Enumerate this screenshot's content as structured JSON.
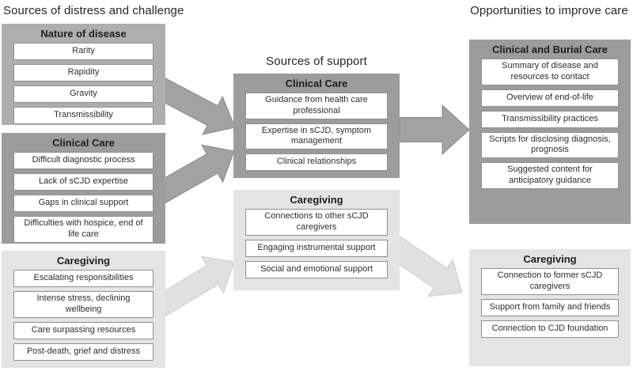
{
  "columns": {
    "left": {
      "title": "Sources of distress and challenge",
      "boxes": [
        {
          "header": "Nature of disease",
          "tone": "medium",
          "items": [
            "Rarity",
            "Rapidity",
            "Gravity",
            "Transmissibility"
          ]
        },
        {
          "header": "Clinical Care",
          "tone": "dark",
          "items": [
            "Difficult diagnostic process",
            "Lack of sCJD expertise",
            "Gaps in clinical support",
            "Difficulties with hospice, end of life care"
          ]
        },
        {
          "header": "Caregiving",
          "tone": "light",
          "items": [
            "Escalating responsibilities",
            "Intense stress, declining wellbeing",
            "Care surpassing resources",
            "Post-death, grief and distress"
          ]
        }
      ]
    },
    "middle": {
      "title": "Sources of support",
      "boxes": [
        {
          "header": "Clinical Care",
          "tone": "dark",
          "items": [
            "Guidance from health care professional",
            "Expertise in sCJD, symptom management",
            "Clinical relationships"
          ]
        },
        {
          "header": "Caregiving",
          "tone": "light",
          "items": [
            "Connections to other sCJD caregivers",
            "Engaging instrumental support",
            "Social and emotional support"
          ]
        }
      ]
    },
    "right": {
      "title": "Opportunities to improve care",
      "boxes": [
        {
          "header": "Clinical and Burial Care",
          "tone": "dark",
          "items": [
            "Summary of disease and resources to contact",
            "Overview of end-of-life",
            "Transmissibility practices",
            "Scripts for disclosing diagnosis, prognosis",
            "Suggested content for anticipatory guidance"
          ]
        },
        {
          "header": "Caregiving",
          "tone": "light",
          "items": [
            "Connection to former sCJD caregivers",
            "Support from family and friends",
            "Connection to CJD foundation"
          ]
        }
      ]
    }
  },
  "arrows": [
    {
      "from": "nature-of-disease",
      "to": "clinical-care-support",
      "tone": "dark"
    },
    {
      "from": "clinical-care-distress",
      "to": "clinical-care-support",
      "tone": "dark"
    },
    {
      "from": "caregiving-distress",
      "to": "caregiving-support",
      "tone": "light"
    },
    {
      "from": "clinical-care-support",
      "to": "clinical-and-burial-care",
      "tone": "dark"
    },
    {
      "from": "caregiving-support",
      "to": "caregiving-improve",
      "tone": "light"
    }
  ],
  "colors": {
    "box_medium": "#aeaeae",
    "box_dark": "#9c9c9c",
    "box_light": "#e4e4e4",
    "item_bg": "#ffffff",
    "item_border": "#8f8f8f",
    "arrow_dark_fill": "#a2a2a2",
    "arrow_dark_stroke": "#8b8b8b",
    "arrow_light_fill": "#e0e0e0",
    "arrow_light_stroke": "#cccccc"
  }
}
